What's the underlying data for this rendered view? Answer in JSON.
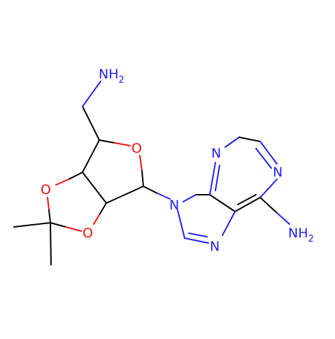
{
  "colors": {
    "background": "#ffffff",
    "carbon_bond": "#000000",
    "nitrogen": "#2222ee",
    "oxygen": "#ee1111"
  },
  "atoms": {
    "amine_top": {
      "main": "NH",
      "sub": "2"
    },
    "ring_oxygen": "O",
    "dioxolane_oxygen_left": "O",
    "dioxolane_oxygen_bottom": "O",
    "n9": "N",
    "n7": "N",
    "n3": "N",
    "n1": "N",
    "amine_right": {
      "main": "NH",
      "sub": "2"
    }
  }
}
